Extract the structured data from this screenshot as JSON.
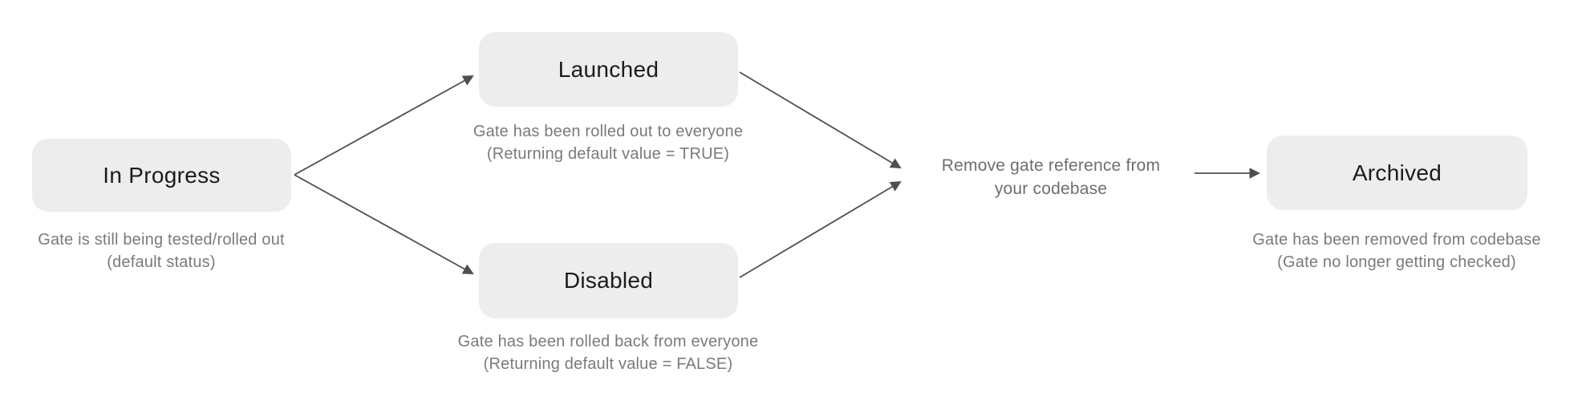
{
  "colors": {
    "background": "#ffffff",
    "node_fill": "#ededed",
    "node_text": "#1b1b1b",
    "caption_text": "#7a7a7a",
    "annotation_text": "#6e6e6e",
    "arrow": "#4f4f4f"
  },
  "diagram": {
    "nodes": [
      {
        "id": "in-progress",
        "label": "In Progress",
        "caption_line1": "Gate is still being tested/rolled out",
        "caption_line2": "(default status)"
      },
      {
        "id": "launched",
        "label": "Launched",
        "caption_line1": "Gate has been rolled out to everyone",
        "caption_line2": "(Returning default value = TRUE)"
      },
      {
        "id": "disabled",
        "label": "Disabled",
        "caption_line1": "Gate has been rolled back from everyone",
        "caption_line2": "(Returning default value = FALSE)"
      },
      {
        "id": "archived",
        "label": "Archived",
        "caption_line1": "Gate has been removed from codebase",
        "caption_line2": "(Gate no longer getting checked)"
      }
    ],
    "annotation": {
      "line1": "Remove gate reference from",
      "line2": "your codebase"
    },
    "edges": [
      {
        "from": "in-progress",
        "to": "launched"
      },
      {
        "from": "in-progress",
        "to": "disabled"
      },
      {
        "from": "launched",
        "to": "remove-gate-reference"
      },
      {
        "from": "disabled",
        "to": "remove-gate-reference"
      },
      {
        "from": "remove-gate-reference",
        "to": "archived"
      }
    ]
  }
}
